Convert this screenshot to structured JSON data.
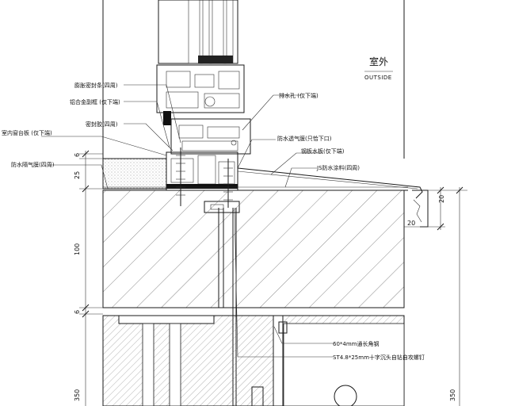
{
  "labels": {
    "outside_cn": "室外",
    "outside_en": "OUTSIDE",
    "foam_tape": "膨胀密封条(四周)",
    "alu_trim": "铝合金副框 (仅下端)",
    "sealant": "密封胶(四周)",
    "indoor_board": "室内窗台板 (仅下端)",
    "vapor_film": "防水隔气膜(四周)",
    "drain_hole": "排水孔 (仅下端)",
    "breathable_film": "防水透气膜(只恰下口)",
    "steel_drip": "钢板水板(仅下端)",
    "js_coating": "JS防水涂料(四周)",
    "angle_steel": "60*4mm通长角钢",
    "screw": "ST4.8*25mm十字沉头自钻自攻螺钉"
  },
  "dimensions": {
    "d6_top": "6",
    "d25": "25",
    "d100": "100",
    "d6_mid": "6",
    "d350_left": "350",
    "d350_right": "350",
    "d20_upper": "20",
    "d20_lower": "20"
  }
}
